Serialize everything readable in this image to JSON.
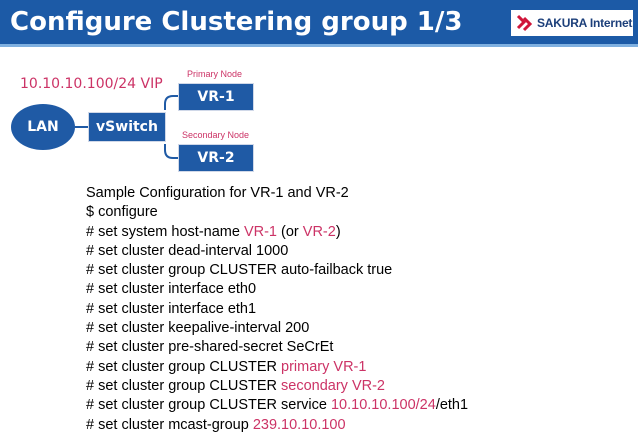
{
  "header": {
    "title": "Configure Clustering group 1/3",
    "logo_text": "SAKURA Internet"
  },
  "diagram": {
    "vip_label": "10.10.10.100/24 VIP",
    "lan_label": "LAN",
    "vswitch_label": "vSwitch",
    "primary_node_label": "Primary Node",
    "secondary_node_label": "Secondary Node",
    "vr1_label": "VR-1",
    "vr2_label": "VR-2"
  },
  "config": {
    "line1": "Sample Configuration for VR-1 and VR-2",
    "line2": "$ configure",
    "line3_pre": "# set system host-name ",
    "line3_hl1": "VR-1",
    "line3_mid": " (or ",
    "line3_hl2": "VR-2",
    "line3_post": ")",
    "line4": "# set cluster dead-interval 1000",
    "line5": "# set cluster group CLUSTER auto-failback true",
    "line6": "# set cluster interface eth0",
    "line7": "# set cluster interface eth1",
    "line8": "# set cluster keepalive-interval 200",
    "line9": "# set cluster pre-shared-secret SeCrEt",
    "line10_pre": "# set cluster group CLUSTER ",
    "line10_hl": "primary VR-1",
    "line11_pre": "# set cluster group CLUSTER ",
    "line11_hl": "secondary VR-2",
    "line12_pre": "# set cluster group CLUSTER service ",
    "line12_hl": "10.10.10.100/24",
    "line12_post": "/eth1",
    "line13_pre": "# set cluster mcast-group ",
    "line13_hl": "239.10.10.100"
  },
  "colors": {
    "header_bg": "#1c5aa6",
    "box_bg": "#1f5aa5",
    "highlight": "#cc3366"
  }
}
